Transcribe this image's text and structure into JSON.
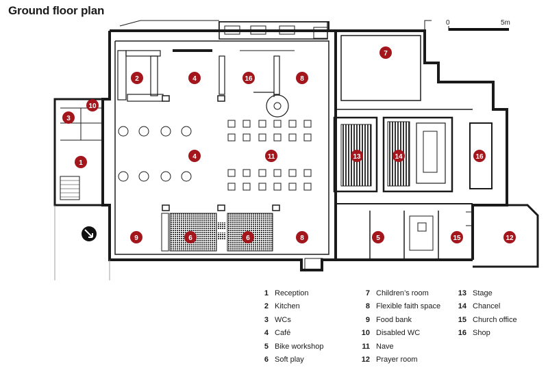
{
  "title": "Ground floor plan",
  "scale": {
    "start": "0",
    "end": "5m"
  },
  "colors": {
    "marker": "#a3161c",
    "marker_text": "#ffffff",
    "wall": "#1a1a1a",
    "hatch": "#333333"
  },
  "north_arrow": "north-arrow",
  "markers": [
    {
      "id": "1"
    },
    {
      "id": "2"
    },
    {
      "id": "3"
    },
    {
      "id": "4"
    },
    {
      "id": "4"
    },
    {
      "id": "5"
    },
    {
      "id": "6"
    },
    {
      "id": "6"
    },
    {
      "id": "7"
    },
    {
      "id": "8"
    },
    {
      "id": "8"
    },
    {
      "id": "9"
    },
    {
      "id": "10"
    },
    {
      "id": "11"
    },
    {
      "id": "12"
    },
    {
      "id": "13"
    },
    {
      "id": "14"
    },
    {
      "id": "15"
    },
    {
      "id": "16"
    },
    {
      "id": "16"
    }
  ],
  "legend": [
    [
      {
        "num": "1",
        "label": "Reception"
      },
      {
        "num": "2",
        "label": "Kitchen"
      },
      {
        "num": "3",
        "label": "WCs"
      },
      {
        "num": "4",
        "label": "Café"
      },
      {
        "num": "5",
        "label": "Bike workshop"
      },
      {
        "num": "6",
        "label": "Soft play"
      }
    ],
    [
      {
        "num": "7",
        "label": "Children’s room"
      },
      {
        "num": "8",
        "label": "Flexible faith space"
      },
      {
        "num": "9",
        "label": "Food bank"
      },
      {
        "num": "10",
        "label": "Disabled WC"
      },
      {
        "num": "11",
        "label": "Nave"
      },
      {
        "num": "12",
        "label": "Prayer room"
      }
    ],
    [
      {
        "num": "13",
        "label": "Stage"
      },
      {
        "num": "14",
        "label": "Chancel"
      },
      {
        "num": "15",
        "label": "Church office"
      },
      {
        "num": "16",
        "label": "Shop"
      }
    ]
  ]
}
